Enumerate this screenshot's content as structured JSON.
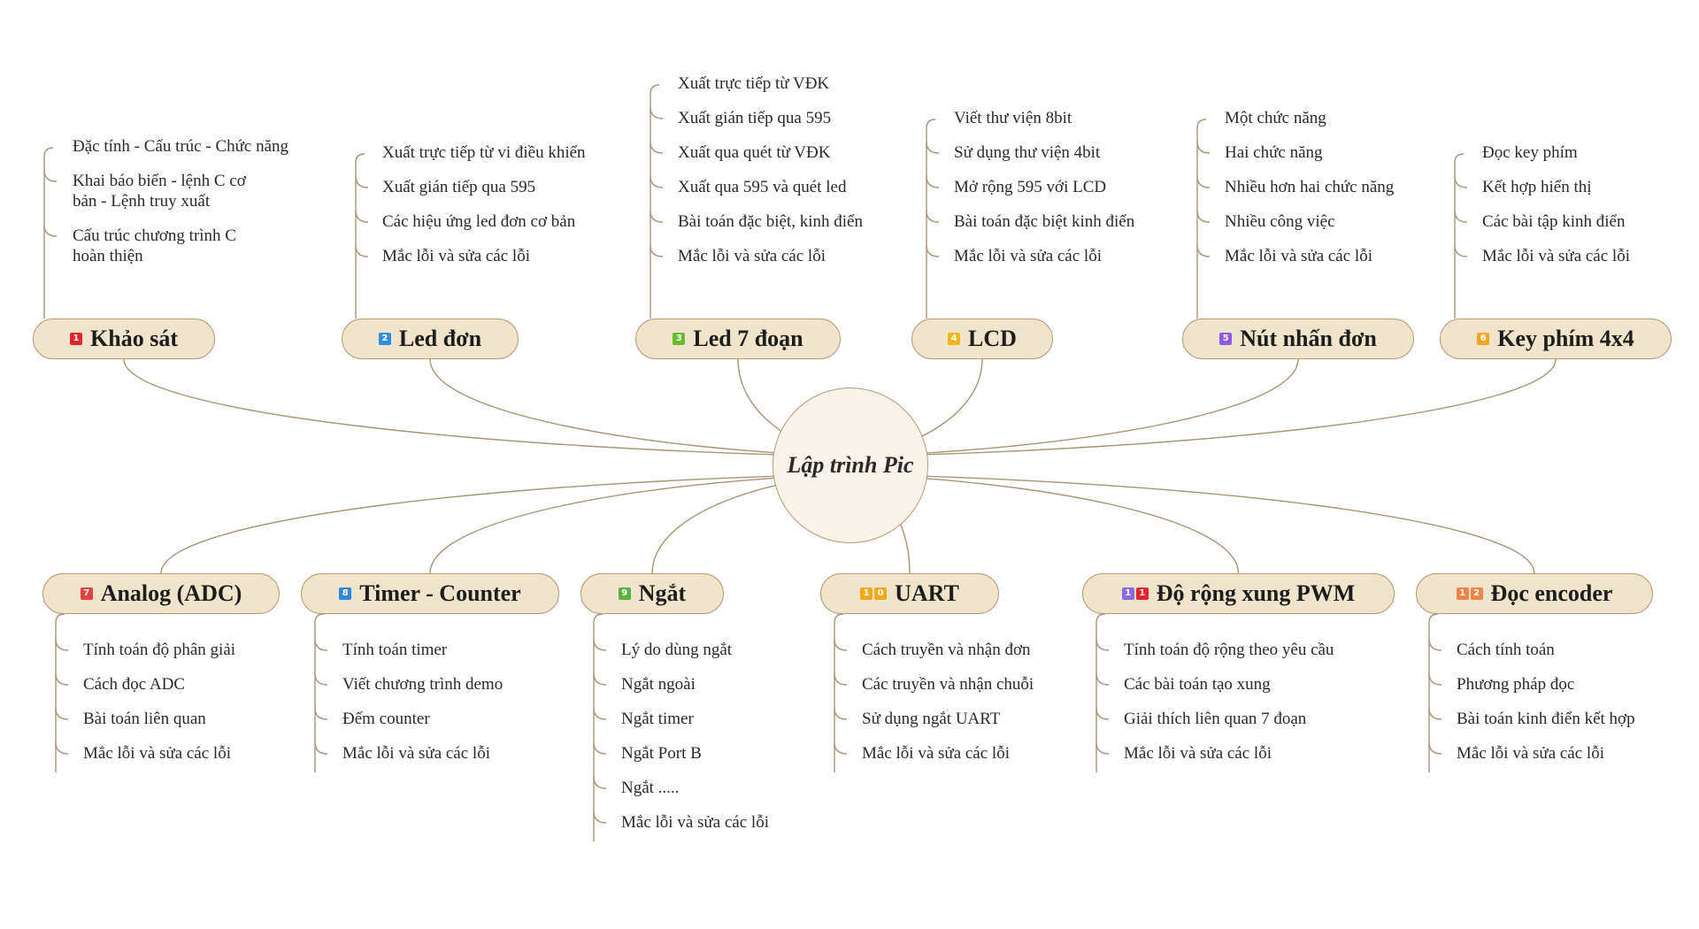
{
  "center": {
    "label": "Lập trình Pic"
  },
  "badge_colors": [
    "#e0262b",
    "#2d8fdc",
    "#6cbb2f",
    "#f2b51b",
    "#9158e6",
    "#f6a523",
    "#e8423f",
    "#2f88e0",
    "#57b33d",
    "#f2a81b",
    "#8c6be0",
    "#f0834a"
  ],
  "branches": [
    {
      "title": "Khảo sát",
      "badge": [
        "1"
      ],
      "badge_colors": [
        "#e0262b"
      ],
      "items": [
        "Đặc tính - Cấu trúc - Chức năng",
        "Khai báo biến - lệnh C cơ\nbản - Lệnh truy xuất",
        "Cấu trúc chương trình C\nhoàn thiện"
      ]
    },
    {
      "title": "Led đơn",
      "badge": [
        "2"
      ],
      "badge_colors": [
        "#2d8fdc"
      ],
      "items": [
        "Xuất trực tiếp từ vi điều khiển",
        "Xuất gián tiếp qua 595",
        "Các hiệu ứng led đơn cơ bản",
        "Mắc lỗi và sửa các lỗi"
      ]
    },
    {
      "title": "Led 7 đoạn",
      "badge": [
        "3"
      ],
      "badge_colors": [
        "#6cbb2f"
      ],
      "items": [
        "Xuất trực tiếp từ VĐK",
        "Xuất gián tiếp qua 595",
        "Xuất qua quét từ VĐK",
        "Xuất qua 595 và quét led",
        "Bài toán đặc biệt, kinh điển",
        "Mắc lỗi và sửa các lỗi"
      ]
    },
    {
      "title": "LCD",
      "badge": [
        "4"
      ],
      "badge_colors": [
        "#f2b51b"
      ],
      "items": [
        "Viết thư viện 8bit",
        "Sử dụng thư viện 4bit",
        "Mở rộng 595 với LCD",
        "Bài toán đặc biệt kinh điển",
        "Mắc lỗi và sửa các lỗi"
      ]
    },
    {
      "title": "Nút nhấn đơn",
      "badge": [
        "5"
      ],
      "badge_colors": [
        "#9158e6"
      ],
      "items": [
        "Một chức năng",
        "Hai chức năng",
        "Nhiều hơn hai chức năng",
        "Nhiều công việc",
        "Mắc lỗi và sửa các lỗi"
      ]
    },
    {
      "title": "Key phím 4x4",
      "badge": [
        "6"
      ],
      "badge_colors": [
        "#f6a523"
      ],
      "items": [
        "Đọc key phím",
        "Kết hợp hiển thị",
        "Các bài tập kinh điển",
        "Mắc lỗi và sửa các lỗi"
      ]
    },
    {
      "title": "Analog (ADC)",
      "badge": [
        "7"
      ],
      "badge_colors": [
        "#e8423f"
      ],
      "items": [
        "Tính toán độ phân giải",
        "Cách đọc ADC",
        "Bài toán liên quan",
        "Mắc lỗi và sửa các lỗi"
      ]
    },
    {
      "title": "Timer - Counter",
      "badge": [
        "8"
      ],
      "badge_colors": [
        "#2f88e0"
      ],
      "items": [
        "Tính toán timer",
        "Viết chương trình demo",
        "Đếm counter",
        "Mắc lỗi và sửa các lỗi"
      ]
    },
    {
      "title": "Ngắt",
      "badge": [
        "9"
      ],
      "badge_colors": [
        "#57b33d"
      ],
      "items": [
        "Lý do dùng ngắt",
        "Ngắt ngoài",
        "Ngắt timer",
        "Ngắt Port B",
        "Ngắt .....",
        "Mắc lỗi và sửa các lỗi"
      ]
    },
    {
      "title": "UART",
      "badge": [
        "1",
        "0"
      ],
      "badge_colors": [
        "#f2a81b",
        "#f2a81b"
      ],
      "items": [
        "Cách truyền và nhận đơn",
        "Các truyền và nhận chuỗi",
        "Sử dụng ngắt UART",
        "Mắc lỗi và sửa các lỗi"
      ]
    },
    {
      "title": "Độ rộng xung PWM",
      "badge": [
        "1",
        "1"
      ],
      "badge_colors": [
        "#8c6be0",
        "#e0262b"
      ],
      "items": [
        "Tính toán độ rộng theo yêu cầu",
        "Các bài toán tạo xung",
        "Giải thích liên quan 7 đoạn",
        "Mắc lỗi và sửa các lỗi"
      ]
    },
    {
      "title": "Đọc encoder",
      "badge": [
        "1",
        "2"
      ],
      "badge_colors": [
        "#f0834a",
        "#f0834a"
      ],
      "items": [
        "Cách tính toán",
        "Phương pháp đọc",
        "Bài toán kinh điển kết hợp",
        "Mắc lỗi và sửa các lỗi"
      ]
    }
  ]
}
